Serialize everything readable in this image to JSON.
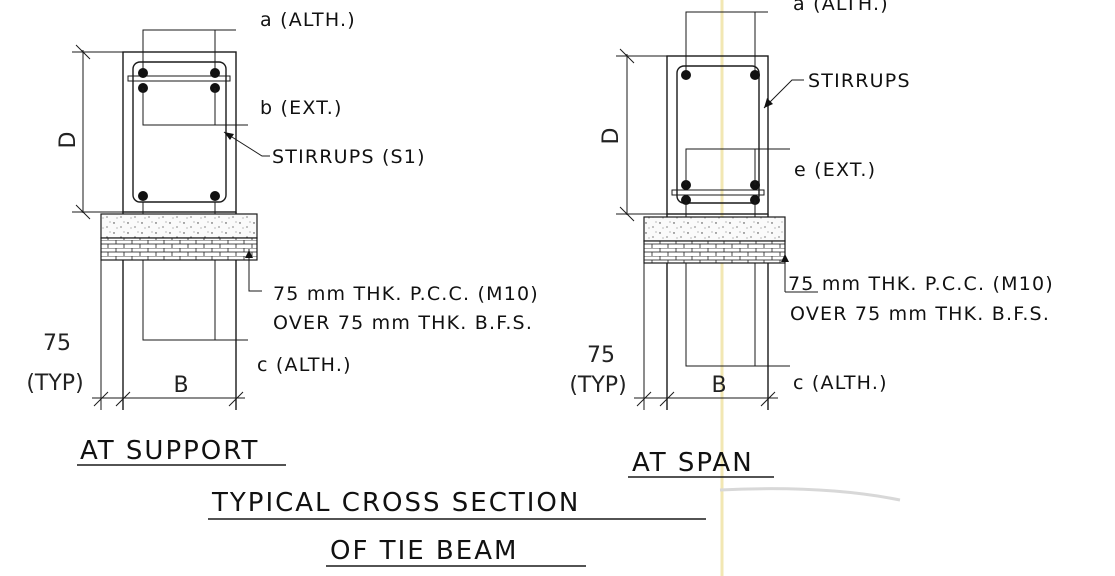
{
  "labels": {
    "support_a": "a (ALTH.)",
    "support_b": "b (EXT.)",
    "support_stirrups": "STIRRUPS (S1)",
    "support_pcc_line1": "75 mm THK. P.C.C. (M10)",
    "support_pcc_line2": "OVER 75 mm THK. B.F.S.",
    "support_c": "c (ALTH.)",
    "support_dim_D": "D",
    "support_dim_B": "B",
    "support_dim_75": "75",
    "support_dim_typ": "(TYP)",
    "support_title": "AT SUPPORT",
    "span_a": "a (ALTH.)",
    "span_stirrups": "STIRRUPS",
    "span_e": "e (EXT.)",
    "span_pcc_line1": "75 mm THK. P.C.C. (M10)",
    "span_pcc_line2": "OVER 75 mm THK. B.F.S.",
    "span_c": "c (ALTH.)",
    "span_dim_D": "D",
    "span_dim_B": "B",
    "span_dim_75": "75",
    "span_dim_typ": "(TYP)",
    "span_title": "AT SPAN",
    "main_title_line1": "TYPICAL CROSS SECTION",
    "main_title_line2": "OF TIE BEAM"
  }
}
